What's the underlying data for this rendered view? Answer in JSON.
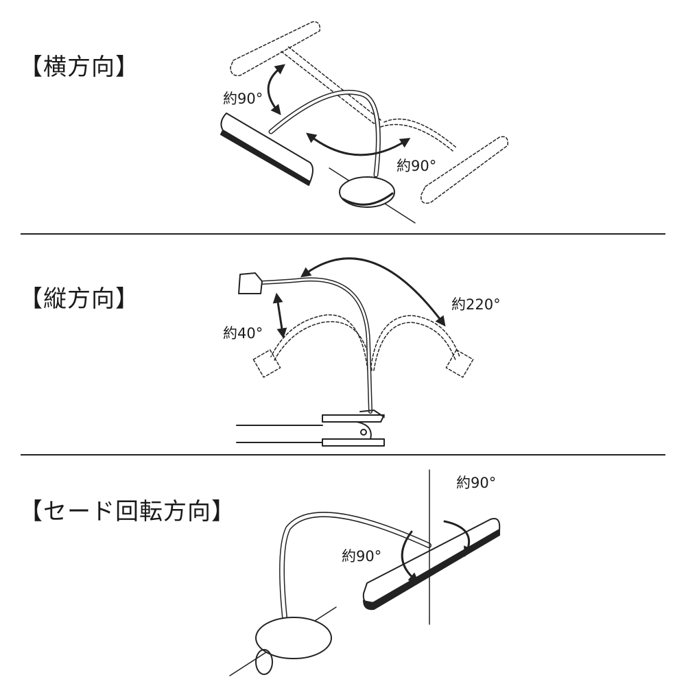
{
  "sections": [
    {
      "title": "【横方向】",
      "labels": [
        "約90°",
        "約90°"
      ]
    },
    {
      "title": "【縦方向】",
      "labels": [
        "約220°",
        "約40°"
      ]
    },
    {
      "title": "【セード回転方向】",
      "labels": [
        "約90°",
        "約90°"
      ]
    }
  ]
}
